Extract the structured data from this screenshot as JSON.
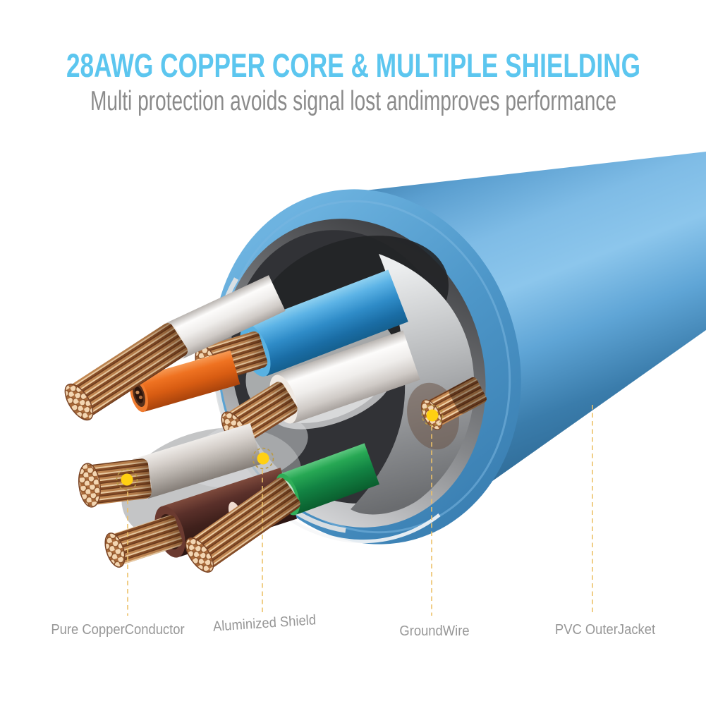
{
  "header": {
    "title": "28AWG COPPER CORE & MULTIPLE SHIELDING",
    "subtitle": "Multi protection avoids signal lost andimproves performance"
  },
  "callouts": [
    {
      "id": "pure-copper-conductor",
      "label": "Pure CopperConductor"
    },
    {
      "id": "aluminized-shield",
      "label": "Aluminized Shield"
    },
    {
      "id": "ground-wire",
      "label": "GroundWire"
    },
    {
      "id": "pvc-outer-jacket",
      "label": "PVC OuterJacket"
    }
  ],
  "colors": {
    "title_accent": "#5cc6ef",
    "subtitle_gray": "#8b8b8b",
    "label_gray": "#979797",
    "leader_line": "#ecc169",
    "marker_dot": "#ffd012",
    "jacket_blue": "#4f9bd1",
    "shield_silver": "#b9bbbd",
    "copper": "#c08050"
  },
  "cable": {
    "wire_insulation_colors": [
      "white",
      "orange",
      "blue",
      "white",
      "gray",
      "dark-brown",
      "green"
    ],
    "ground_wire": "bare stranded copper"
  }
}
